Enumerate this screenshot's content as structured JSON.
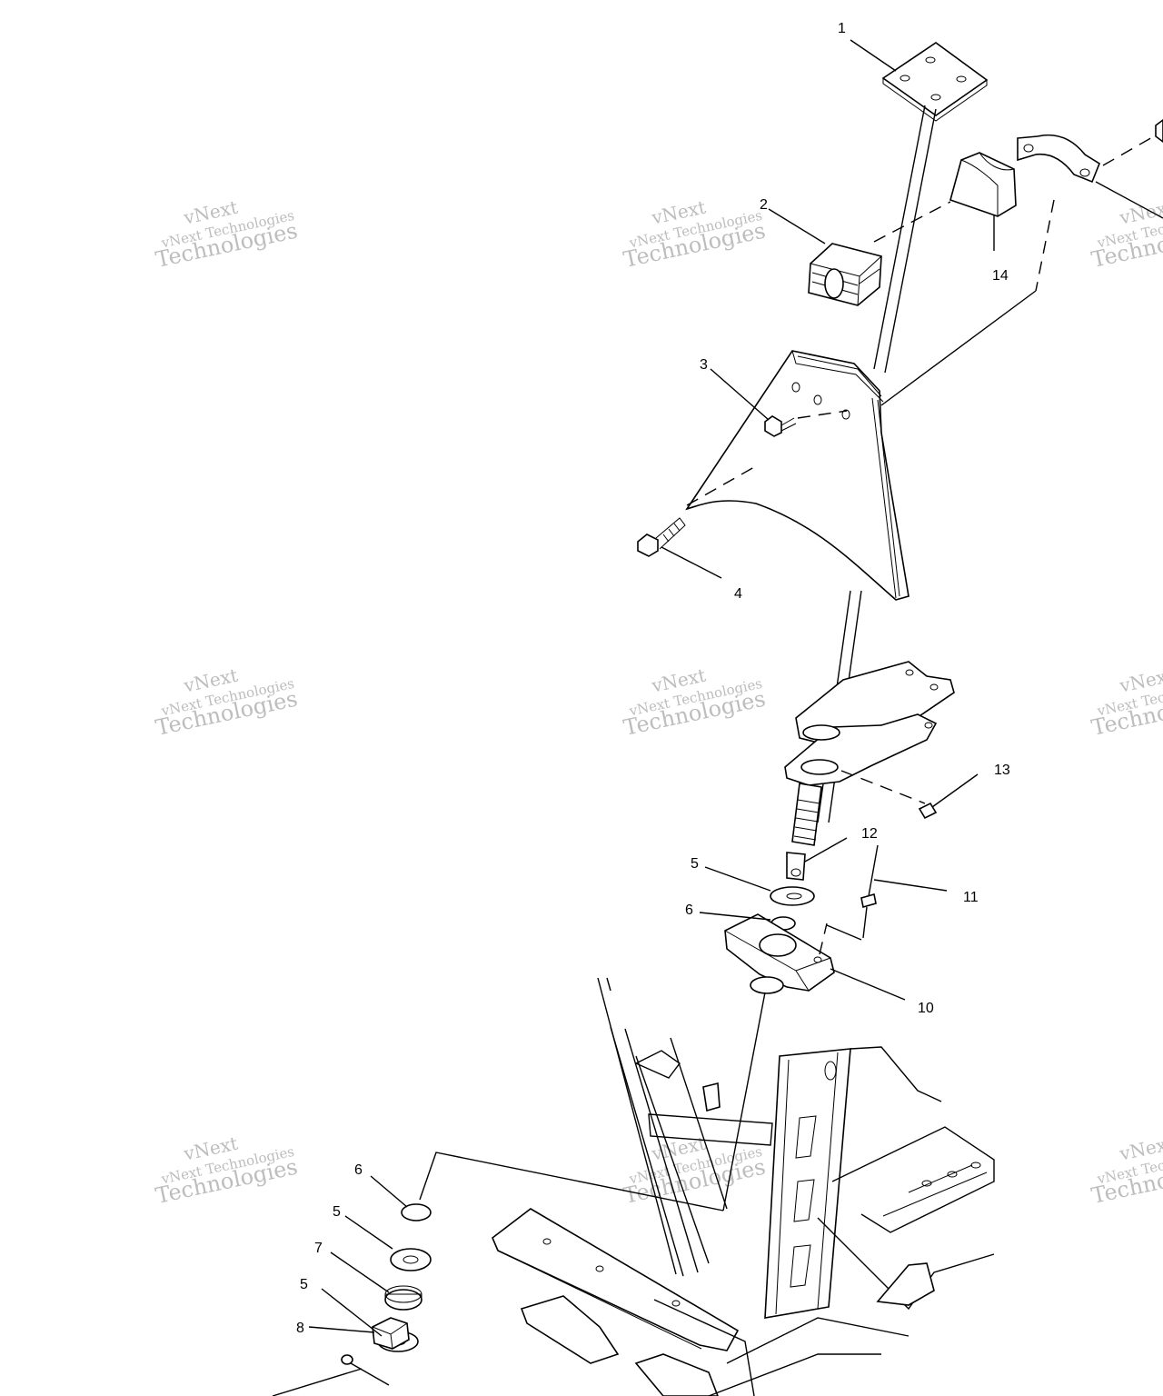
{
  "watermark": {
    "line1": "vNext",
    "line2": "vNext Technologies",
    "line3": "Technologies"
  },
  "callouts": {
    "c1": "1",
    "c2": "2",
    "c3": "3",
    "c4": "4",
    "c5a": "5",
    "c6a": "6",
    "c10": "10",
    "c11": "11",
    "c12": "12",
    "c13": "13",
    "c14": "14",
    "c6b": "6",
    "c5b": "5",
    "c7": "7",
    "c5c": "5",
    "c8": "8"
  }
}
